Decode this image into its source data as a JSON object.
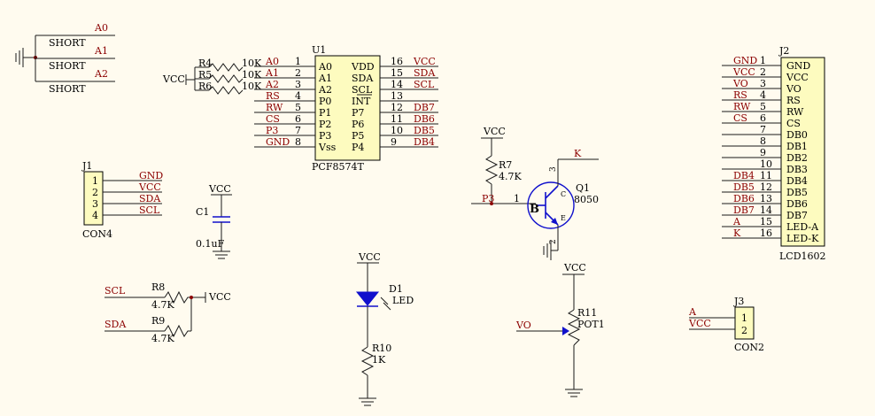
{
  "chart_data": {
    "type": "schematic",
    "title": "",
    "jumpers": [
      {
        "label": "SHORT",
        "net": "A0"
      },
      {
        "label": "SHORT",
        "net": "A1"
      },
      {
        "label": "SHORT",
        "net": "A2"
      }
    ],
    "u1": {
      "ref": "U1",
      "part": "PCF8574T",
      "left_pins": [
        {
          "num": "1",
          "name": "A0",
          "net": "A0"
        },
        {
          "num": "2",
          "name": "A1",
          "net": "A1"
        },
        {
          "num": "3",
          "name": "A2",
          "net": "A2"
        },
        {
          "num": "4",
          "name": "P0",
          "net": "RS"
        },
        {
          "num": "5",
          "name": "P1",
          "net": "RW"
        },
        {
          "num": "6",
          "name": "P2",
          "net": "CS"
        },
        {
          "num": "7",
          "name": "P3",
          "net": "P3"
        },
        {
          "num": "8",
          "name": "Vss",
          "net": "GND"
        }
      ],
      "right_pins": [
        {
          "num": "16",
          "name": "VDD",
          "net": "VCC"
        },
        {
          "num": "15",
          "name": "SDA",
          "net": "SDA"
        },
        {
          "num": "14",
          "name": "SCL",
          "net": "SCL"
        },
        {
          "num": "13",
          "name": "INT",
          "net": ""
        },
        {
          "num": "12",
          "name": "P7",
          "net": "DB7"
        },
        {
          "num": "11",
          "name": "P6",
          "net": "DB6"
        },
        {
          "num": "10",
          "name": "P5",
          "net": "DB5"
        },
        {
          "num": "9",
          "name": "P4",
          "net": "DB4"
        }
      ]
    },
    "pullups": {
      "vcc": "VCC",
      "refs": [
        "R4",
        "R5",
        "R6"
      ],
      "values": [
        "10K",
        "10K",
        "10K"
      ]
    },
    "j1": {
      "ref": "J1",
      "part": "CON4",
      "pins": [
        {
          "num": "1",
          "net": "GND"
        },
        {
          "num": "2",
          "net": "VCC"
        },
        {
          "num": "3",
          "net": "SDA"
        },
        {
          "num": "4",
          "net": "SCL"
        }
      ]
    },
    "c1": {
      "ref": "C1",
      "value": "0.1uF",
      "vcc": "VCC"
    },
    "i2c_pullups": {
      "vcc": "VCC",
      "items": [
        {
          "net": "SCL",
          "ref": "R8",
          "value": "4.7K"
        },
        {
          "net": "SDA",
          "ref": "R9",
          "value": "4.7K"
        }
      ]
    },
    "led": {
      "vcc": "VCC",
      "ref": "D1",
      "part": "LED",
      "r_ref": "R10",
      "r_value": "1K"
    },
    "transistor": {
      "vcc": "VCC",
      "r_ref": "R7",
      "r_value": "4.7K",
      "net_in": "P3",
      "base_pin": "1",
      "ref": "Q1",
      "part": "8050",
      "b": "B",
      "c": "C",
      "e": "E",
      "pin_c": "3",
      "pin_e": "2",
      "net_out": "K"
    },
    "pot": {
      "vcc": "VCC",
      "ref": "R11",
      "part": "POT1",
      "net": "VO"
    },
    "j3": {
      "ref": "J3",
      "part": "CON2",
      "pins": [
        {
          "num": "1",
          "net": "A"
        },
        {
          "num": "2",
          "net": "VCC"
        }
      ]
    },
    "j2": {
      "ref": "J2",
      "part": "LCD1602",
      "pins": [
        {
          "num": "1",
          "name": "GND",
          "net": "GND"
        },
        {
          "num": "2",
          "name": "VCC",
          "net": "VCC"
        },
        {
          "num": "3",
          "name": "VO",
          "net": "VO"
        },
        {
          "num": "4",
          "name": "RS",
          "net": "RS"
        },
        {
          "num": "5",
          "name": "RW",
          "net": "RW"
        },
        {
          "num": "6",
          "name": "CS",
          "net": "CS"
        },
        {
          "num": "7",
          "name": "DB0",
          "net": ""
        },
        {
          "num": "8",
          "name": "DB1",
          "net": ""
        },
        {
          "num": "9",
          "name": "DB2",
          "net": ""
        },
        {
          "num": "10",
          "name": "DB3",
          "net": ""
        },
        {
          "num": "11",
          "name": "DB4",
          "net": "DB4"
        },
        {
          "num": "12",
          "name": "DB5",
          "net": "DB5"
        },
        {
          "num": "13",
          "name": "DB6",
          "net": "DB6"
        },
        {
          "num": "14",
          "name": "DB7",
          "net": "DB7"
        },
        {
          "num": "15",
          "name": "LED-A",
          "net": "A"
        },
        {
          "num": "16",
          "name": "LED-K",
          "net": "K"
        }
      ]
    }
  }
}
